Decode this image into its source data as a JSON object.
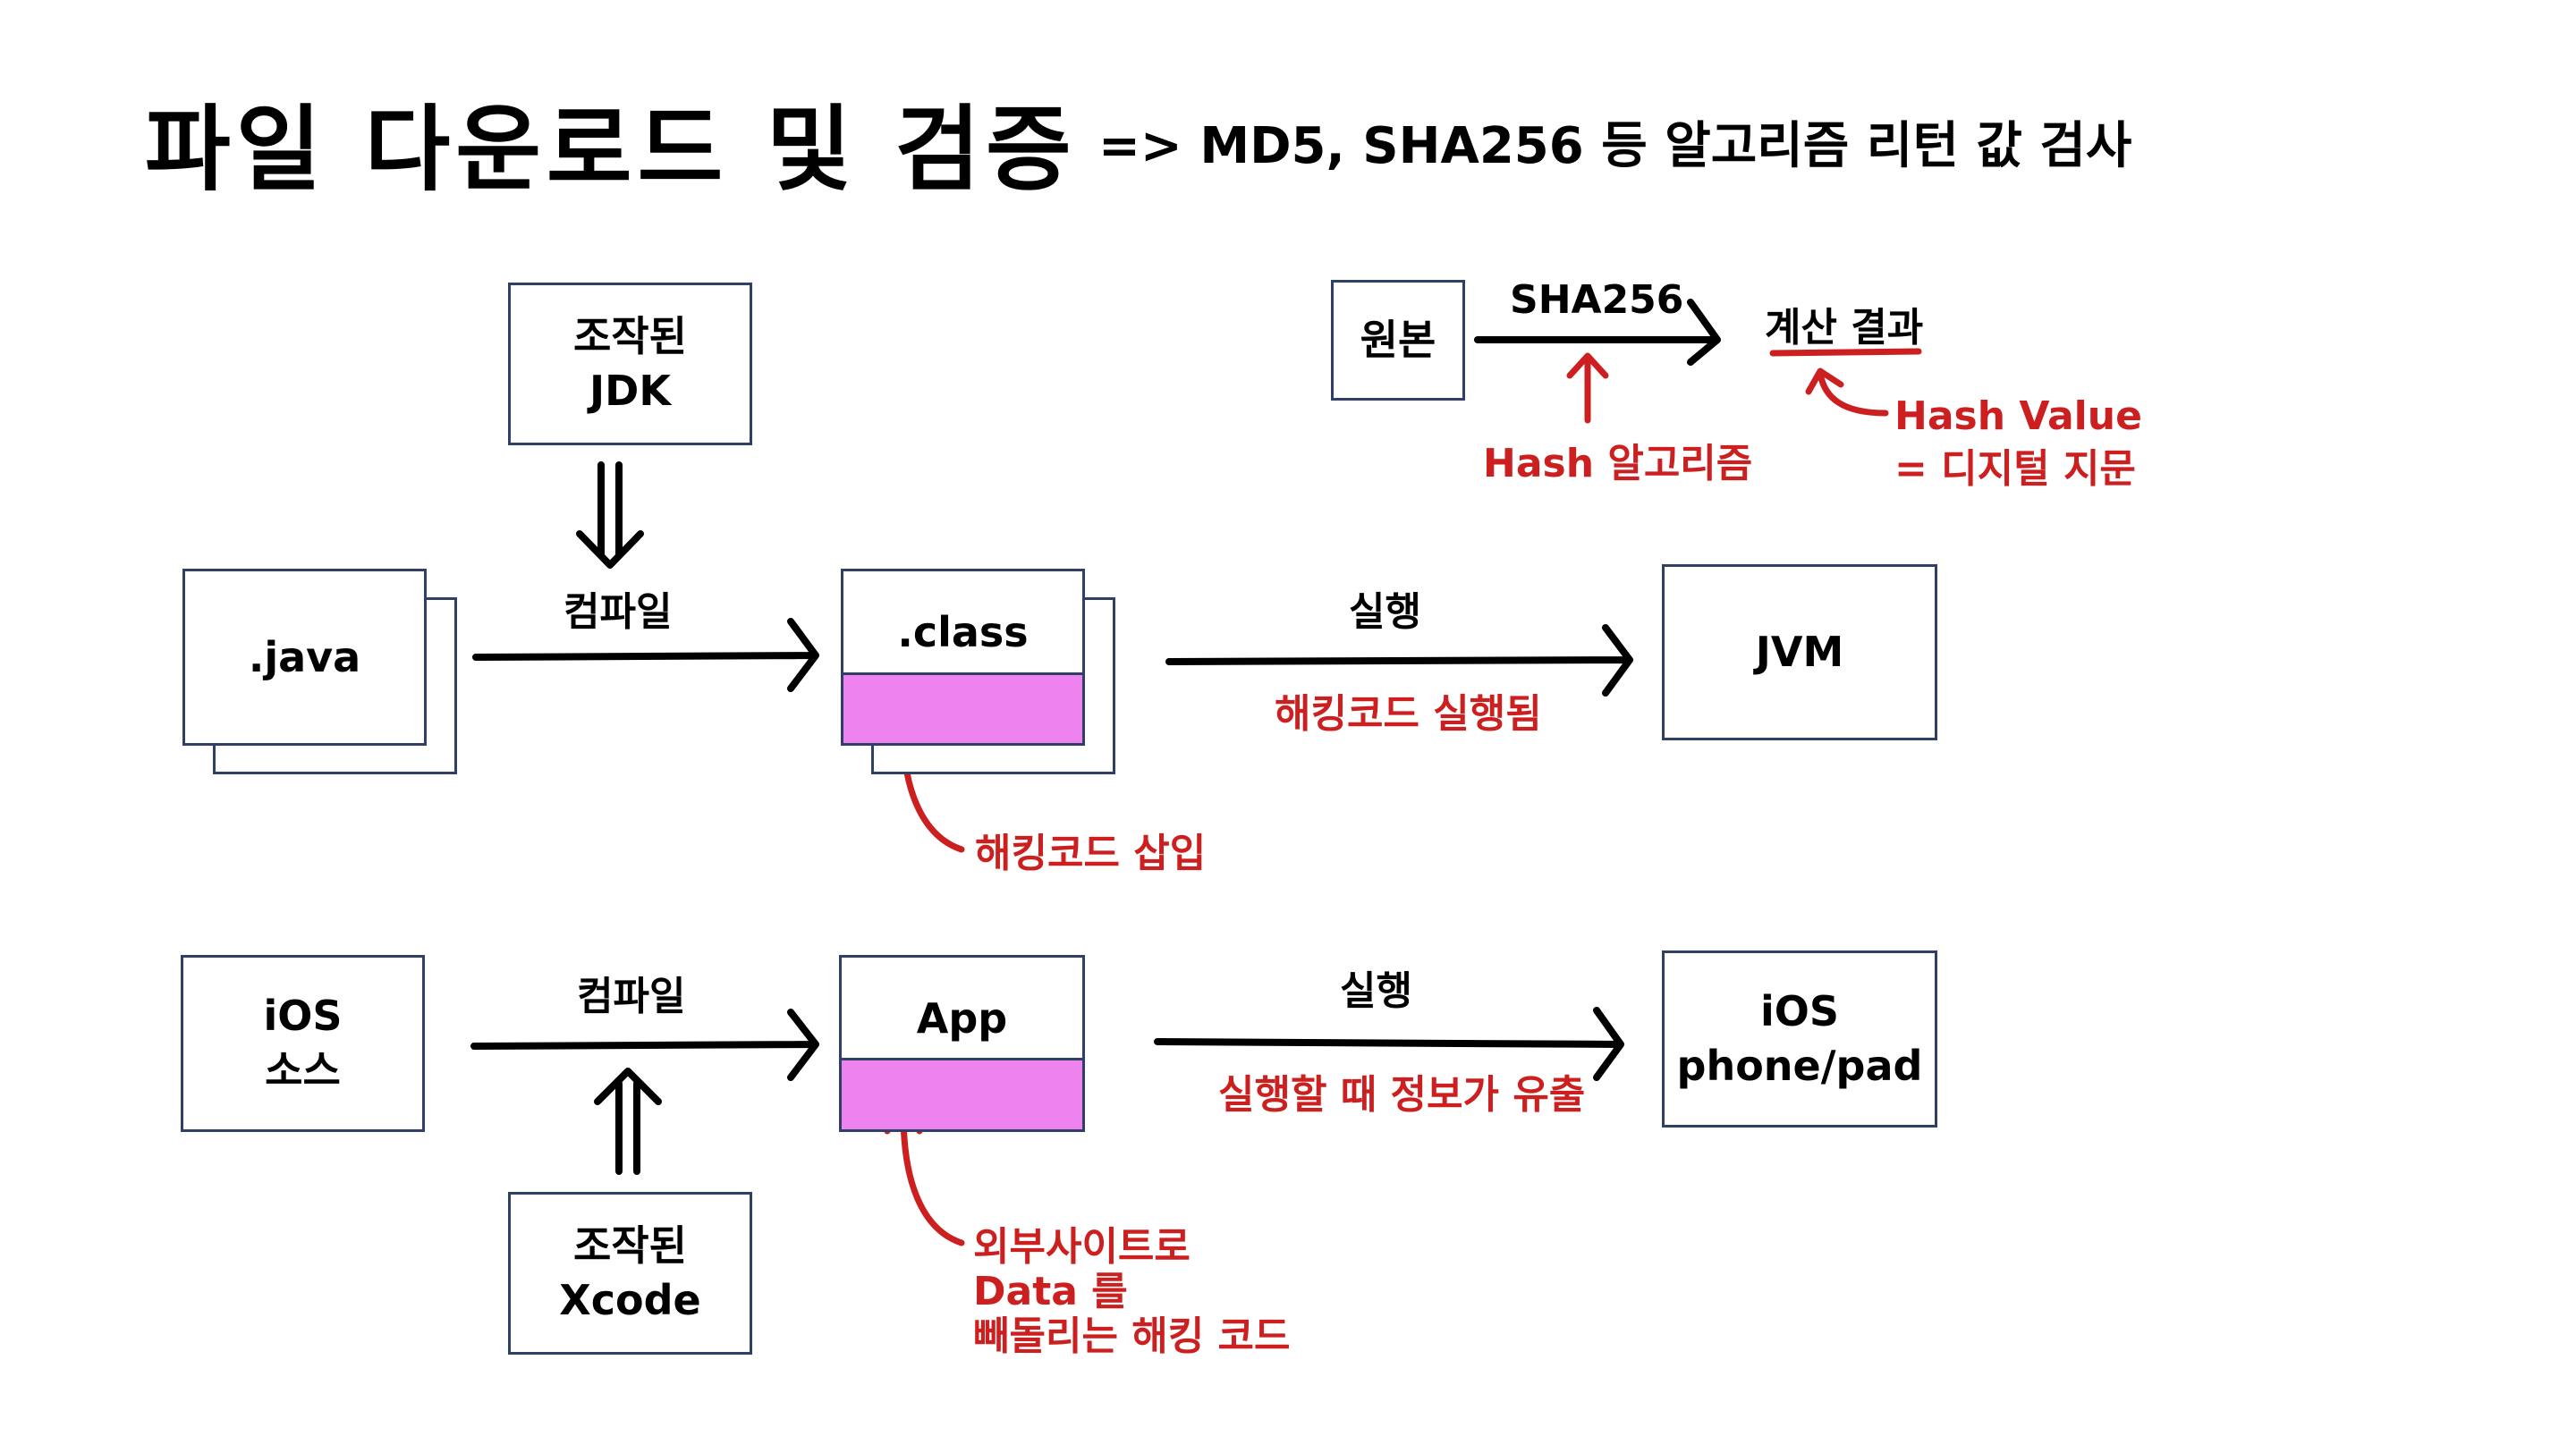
{
  "title": "파일 다운로드 및 검증",
  "subtitle": "=> MD5, SHA256 등 알고리즘 리턴 값 검사",
  "hash_section": {
    "source_box": "원본",
    "algorithm": "SHA256",
    "result": "계산 결과",
    "hash_algo_note": "Hash 알고리즘",
    "hash_value_note_line1": "Hash Value",
    "hash_value_note_line2": "= 디지털 지문"
  },
  "java_flow": {
    "tampered_jdk_line1": "조작된",
    "tampered_jdk_line2": "JDK",
    "source": ".java",
    "compile_label": "컴파일",
    "output": ".class",
    "run_label": "실행",
    "runtime": "JVM",
    "run_note": "해킹코드 실행됨",
    "inject_note": "해킹코드 삽입"
  },
  "ios_flow": {
    "source_line1": "iOS",
    "source_line2": "소스",
    "compile_label": "컴파일",
    "output": "App",
    "run_label": "실행",
    "device_line1": "iOS",
    "device_line2": "phone/pad",
    "run_note": "실행할 때 정보가 유출",
    "tampered_xcode_line1": "조작된",
    "tampered_xcode_line2": "Xcode",
    "leak_note_line1": "외부사이트로",
    "leak_note_line2": "Data 를",
    "leak_note_line3": "빼돌리는 해킹 코드"
  },
  "colors": {
    "box_border": "#2f3f66",
    "pink_fill": "#ee82ee",
    "annotation_red": "#cc2020"
  }
}
